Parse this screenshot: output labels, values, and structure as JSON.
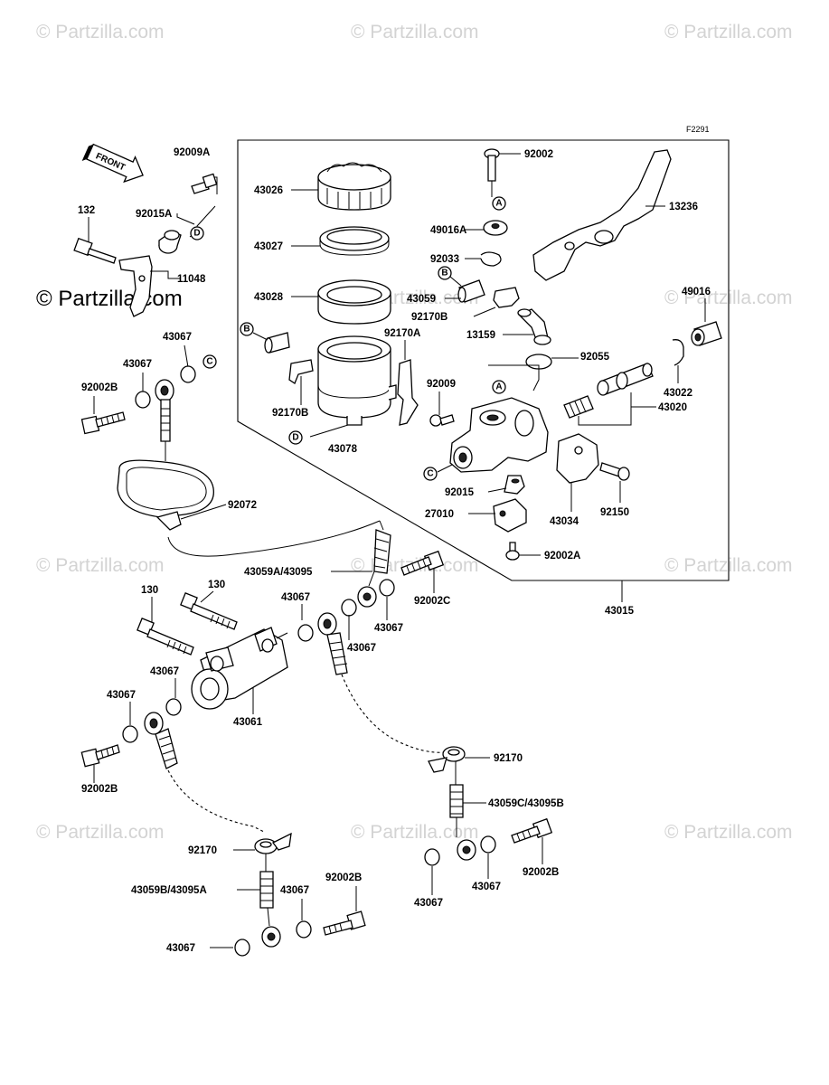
{
  "diagram": {
    "figure_code": "F2291",
    "front_label": "FRONT",
    "watermark_text": "© Partzilla.com",
    "watermark_main": "© Partzilla.com",
    "colors": {
      "ink": "#000000",
      "watermark": "#d3d3d3",
      "background": "#ffffff"
    }
  },
  "part_labels": {
    "p92009A": "92009A",
    "p92015A": "92015A",
    "p132": "132",
    "p11048": "11048",
    "p43026": "43026",
    "p43027": "43027",
    "p43028": "43028",
    "p43059": "43059",
    "p92170B_a": "92170B",
    "p92170A": "92170A",
    "p92170B_b": "92170B",
    "p43078": "43078",
    "p92009": "92009",
    "p92002_top": "92002",
    "p49016A": "49016A",
    "p92033": "92033",
    "p13236": "13236",
    "p13159": "13159",
    "p92055": "92055",
    "p49016": "49016",
    "p43022": "43022",
    "p43020": "43020",
    "p92015": "92015",
    "p27010": "27010",
    "p43034": "43034",
    "p92150": "92150",
    "p92002A": "92002A",
    "p43015": "43015",
    "p43067_1": "43067",
    "p43067_2": "43067",
    "p92002B_1": "92002B",
    "p92072": "92072",
    "p43059A": "43059A/43095",
    "p92002C": "92002C",
    "p130_a": "130",
    "p130_b": "130",
    "p43067_3": "43067",
    "p43067_4": "43067",
    "p43067_5": "43067",
    "p43067_6": "43067",
    "p43067_7": "43067",
    "p43061": "43061",
    "p92002B_2": "92002B",
    "p92170_r": "92170",
    "p43059C": "43059C/43095B",
    "p92002B_3": "92002B",
    "p43067_8": "43067",
    "p43067_9": "43067",
    "p92170_l": "92170",
    "p43059B": "43059B/43095A",
    "p43067_10": "43067",
    "p92002B_4": "92002B",
    "p43067_11": "43067"
  },
  "callouts": {
    "A": "A",
    "B": "B",
    "C": "C",
    "D": "D"
  }
}
